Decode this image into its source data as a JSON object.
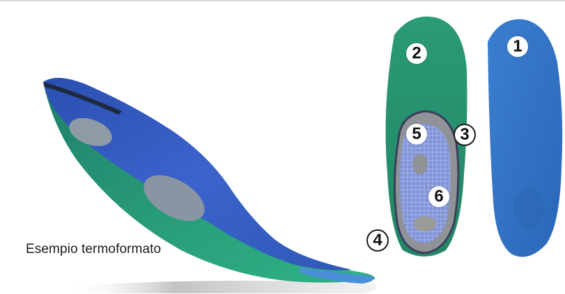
{
  "caption": "Esempio termoformato",
  "labels": {
    "n1": "1",
    "n2": "2",
    "n3": "3",
    "n4": "4",
    "n5": "5",
    "n6": "6"
  },
  "colors": {
    "top_blue": "#2f6fc4",
    "base_green": "#2a9a7a",
    "heel_grey": "#8e9296",
    "pad_blue": "#5f78d4"
  }
}
